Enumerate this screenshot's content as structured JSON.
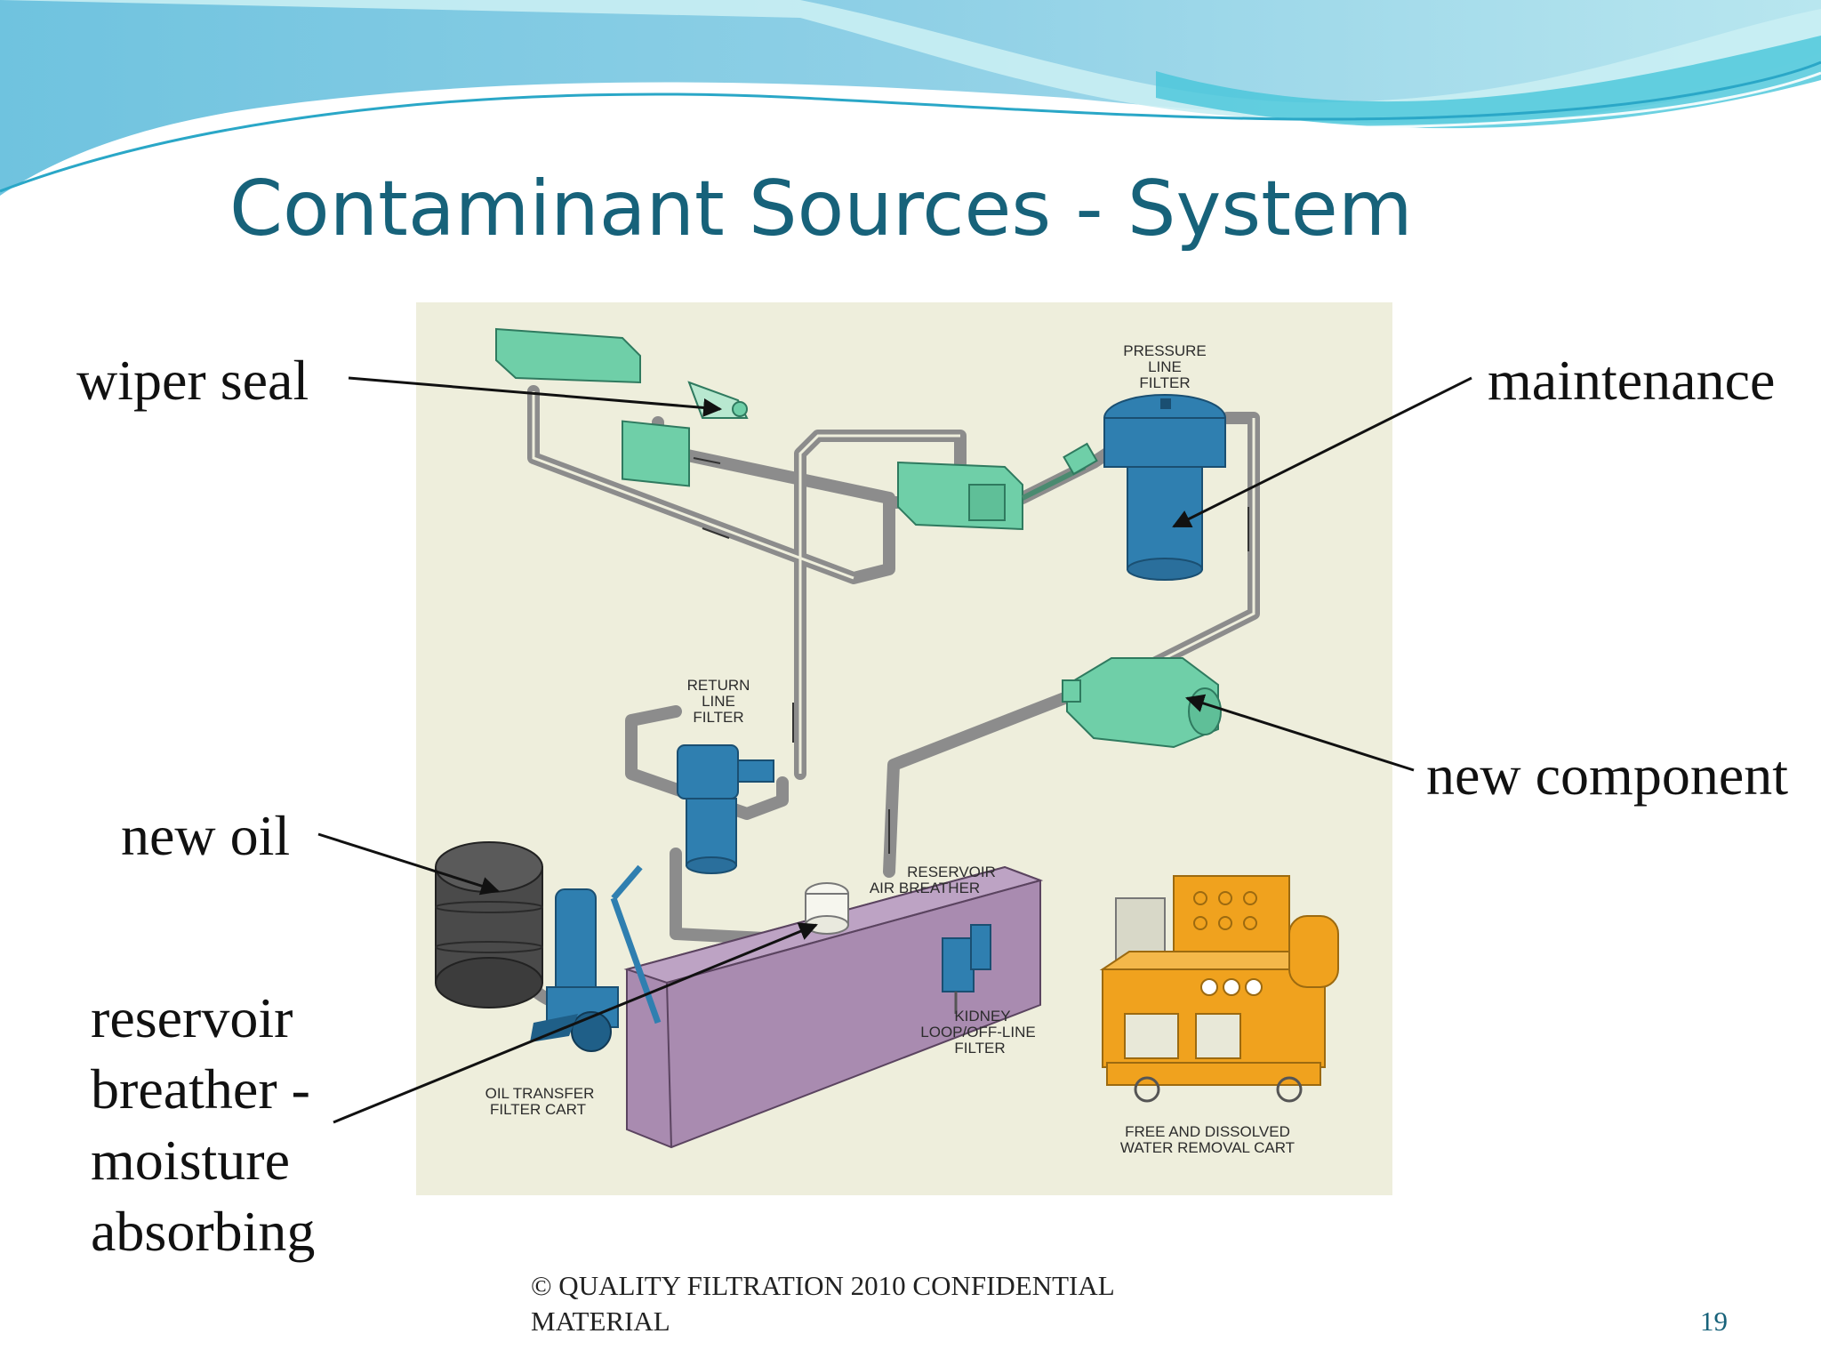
{
  "slide": {
    "title": "Contaminant Sources - System",
    "footer_line1": "© QUALITY FILTRATION 2010 CONFIDENTIAL",
    "footer_line2": "MATERIAL",
    "page_number": "19"
  },
  "callouts": {
    "wiper_seal": "wiper seal",
    "maintenance": "maintenance",
    "new_component": "new component",
    "new_oil": "new oil",
    "breather_line1": "reservoir",
    "breather_line2": "breather -",
    "breather_line3": "moisture",
    "breather_line4": "absorbing"
  },
  "diagram_labels": {
    "pressure_1": "PRESSURE",
    "pressure_2": "LINE",
    "pressure_3": "FILTER",
    "return_1": "RETURN",
    "return_2": "LINE",
    "return_3": "FILTER",
    "breather_1": "RESERVOIR",
    "breather_2": "AIR BREATHER",
    "kidney_1": "KIDNEY",
    "kidney_2": "LOOP/OFF-LINE",
    "kidney_3": "FILTER",
    "cart_1": "OIL TRANSFER",
    "cart_2": "FILTER CART",
    "water_1": "FREE AND DISSOLVED",
    "water_2": "WATER REMOVAL CART"
  },
  "colors": {
    "title": "#17627a",
    "pipe": "#8c8c8c",
    "reservoir": "#a98bb0",
    "filter_blue": "#2f7fb0",
    "component_green": "#6fcfa8",
    "cart_orange": "#f0a21e",
    "panel_bg": "#eeeedc"
  }
}
